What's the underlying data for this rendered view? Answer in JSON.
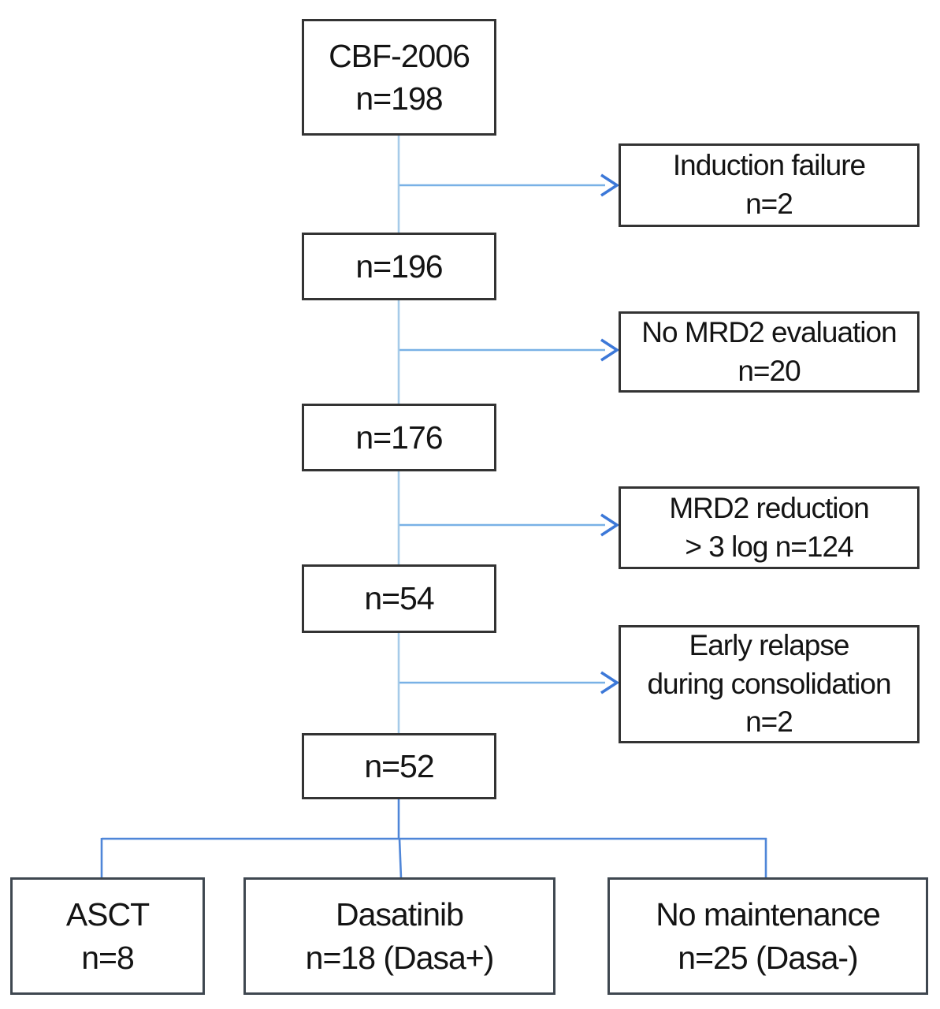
{
  "figure": {
    "background_color": "#ffffff",
    "box_border_color": "#333333",
    "connector_light_blue": "#a6cbe9",
    "connector_arrow_blue": "#79b1e6",
    "connector_branch_blue": "#4f86d8",
    "arrowhead_blue": "#3c78d8",
    "text_color": "#141414"
  },
  "diagram": {
    "type": "flowchart",
    "main_column": [
      {
        "id": "cbf2006",
        "line1": "CBF-2006",
        "line2": "n=198"
      },
      {
        "id": "n196",
        "line1": "n=196"
      },
      {
        "id": "n176",
        "line1": "n=176"
      },
      {
        "id": "n54",
        "line1": "n=54"
      },
      {
        "id": "n52",
        "line1": "n=52"
      }
    ],
    "side_column": [
      {
        "id": "induction-failure",
        "line1": "Induction failure",
        "line2": "n=2"
      },
      {
        "id": "no-mrd2-evaluation",
        "line1": "No MRD2 evaluation",
        "line2": "n=20"
      },
      {
        "id": "mrd2-reduction",
        "line1": "MRD2 reduction",
        "line2": "> 3 log n=124"
      },
      {
        "id": "early-relapse",
        "line1": "Early relapse",
        "line2": "during consolidation",
        "line3": "n=2"
      }
    ],
    "bottom_row": [
      {
        "id": "asct",
        "line1": "ASCT",
        "line2": "n=8"
      },
      {
        "id": "dasatinib",
        "line1": "Dasatinib",
        "line2": "n=18 (Dasa+)"
      },
      {
        "id": "no-maintenance",
        "line1": "No maintenance",
        "line2": "n=25 (Dasa-)"
      }
    ],
    "edges": [
      {
        "from": "cbf2006",
        "to": "n196",
        "branch_to": "induction-failure"
      },
      {
        "from": "n196",
        "to": "n176",
        "branch_to": "no-mrd2-evaluation"
      },
      {
        "from": "n176",
        "to": "n54",
        "branch_to": "mrd2-reduction"
      },
      {
        "from": "n54",
        "to": "n52",
        "branch_to": "early-relapse"
      },
      {
        "from": "n52",
        "to": "asct"
      },
      {
        "from": "n52",
        "to": "dasatinib"
      },
      {
        "from": "n52",
        "to": "no-maintenance"
      }
    ]
  }
}
